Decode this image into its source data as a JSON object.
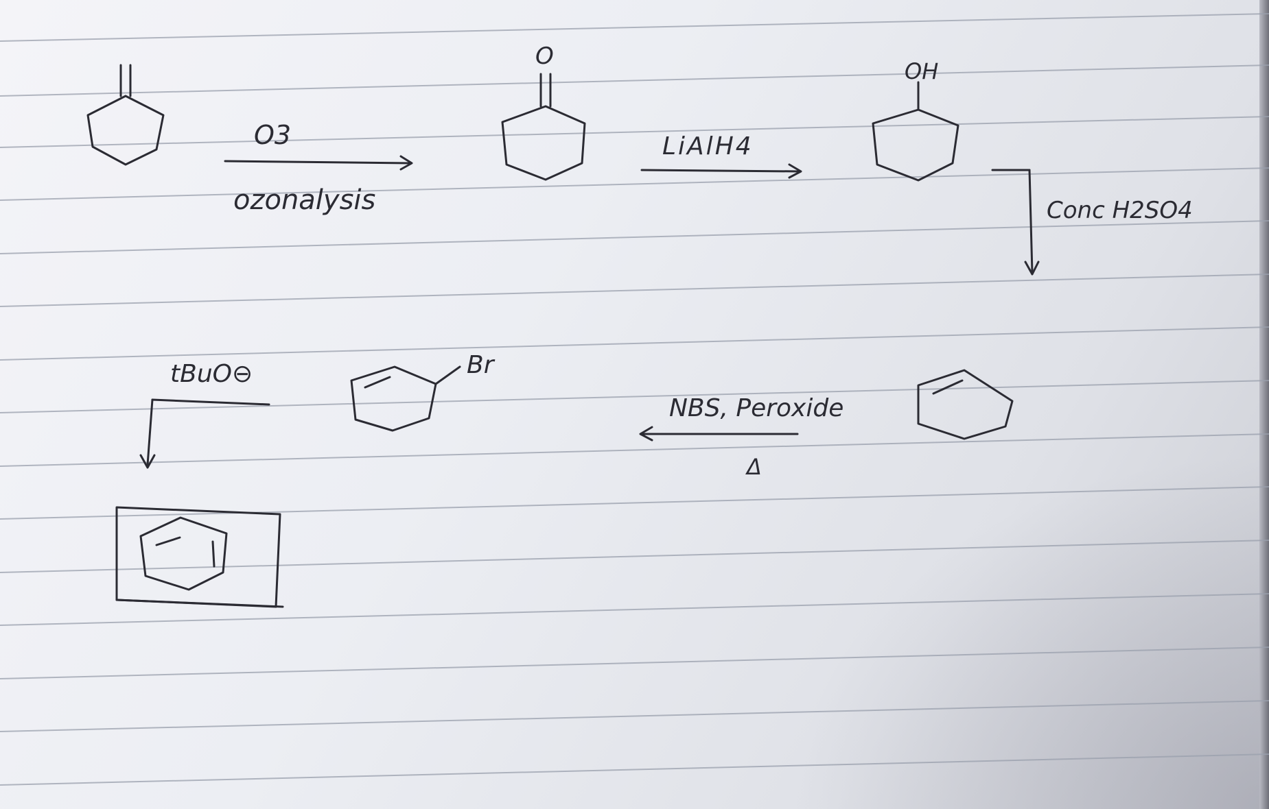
{
  "reagents": {
    "step1_top": "O3",
    "step1_bottom": "ozonalysis",
    "step2_top": "LiAlH4",
    "step3_side": "Conc H2SO4",
    "step4_top": "NBS, Peroxide",
    "step4_bottom": "Δ",
    "step5_top": "tBuO⊖"
  },
  "atoms": {
    "ketone_o": "O",
    "alcohol_oh": "OH",
    "bromine": "Br"
  },
  "colors": {
    "ink": "#2b2b33",
    "paper": "#eceef3",
    "rules": "#9aa0ad"
  }
}
